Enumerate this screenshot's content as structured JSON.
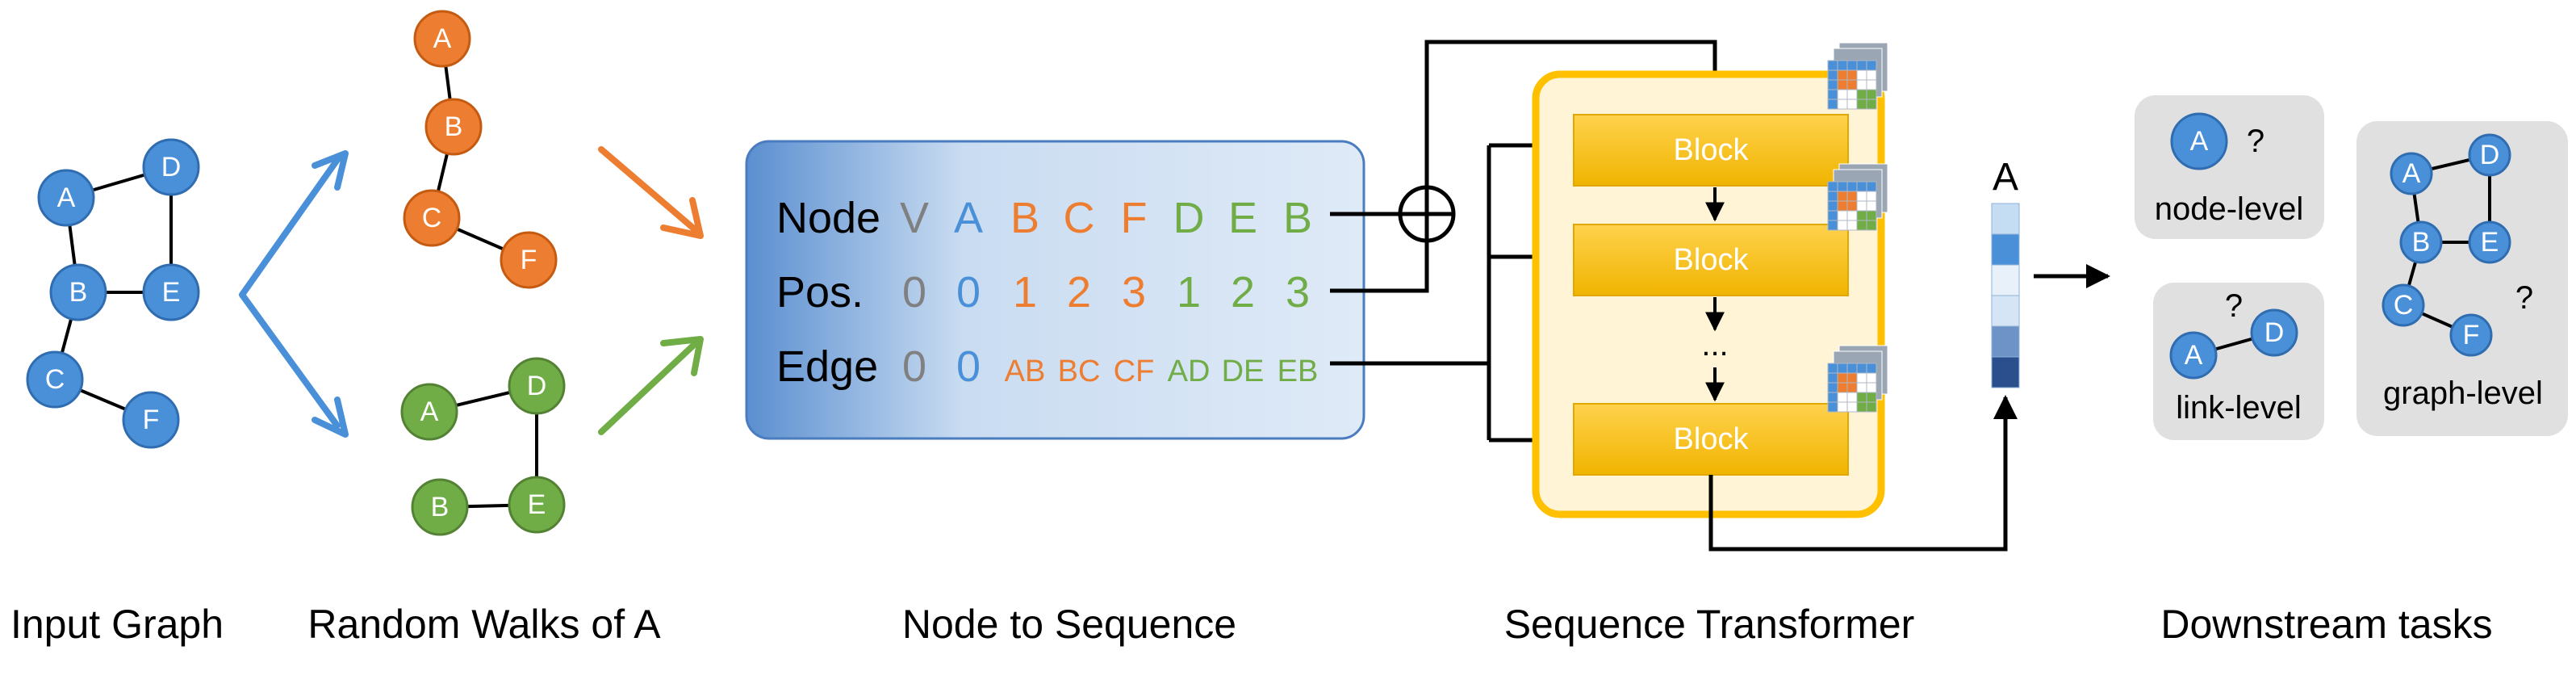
{
  "captions": {
    "input_graph": "Input Graph",
    "random_walks": "Random Walks of A",
    "node_to_sequence": "Node to Sequence",
    "sequence_transformer": "Sequence Transformer",
    "downstream_tasks": "Downstream tasks"
  },
  "colors": {
    "blue": "#4a90d9",
    "orange": "#ed7d31",
    "green": "#70ad47",
    "gray": "#808080",
    "block": "#ffc000",
    "panel": "#e0e0e0"
  },
  "input_graph": {
    "nodes": [
      "A",
      "D",
      "B",
      "E",
      "C",
      "F"
    ]
  },
  "walk_orange": {
    "nodes": [
      "A",
      "B",
      "C",
      "F"
    ]
  },
  "walk_green": {
    "nodes": [
      "A",
      "D",
      "B",
      "E"
    ]
  },
  "sequence": {
    "rows": [
      {
        "label": "Node",
        "tokens": [
          "V",
          "A",
          "B",
          "C",
          "F",
          "D",
          "E",
          "B"
        ]
      },
      {
        "label": "Pos.",
        "tokens": [
          "0",
          "0",
          "1",
          "2",
          "3",
          "1",
          "2",
          "3"
        ]
      },
      {
        "label": "Edge",
        "tokens": [
          "0",
          "0",
          "AB",
          "BC",
          "CF",
          "AD",
          "DE",
          "EB"
        ]
      }
    ]
  },
  "transformer": {
    "blocks": [
      "Block",
      "Block",
      "Block"
    ],
    "ellipsis": "...",
    "output_label": "A"
  },
  "tasks": {
    "node_level": {
      "label": "node-level",
      "node": "A",
      "question": "?"
    },
    "link_level": {
      "label": "link-level",
      "nodes": [
        "A",
        "D"
      ],
      "question": "?"
    },
    "graph_level": {
      "label": "graph-level",
      "nodes": [
        "A",
        "D",
        "B",
        "E",
        "C",
        "F"
      ],
      "question": "?"
    }
  }
}
